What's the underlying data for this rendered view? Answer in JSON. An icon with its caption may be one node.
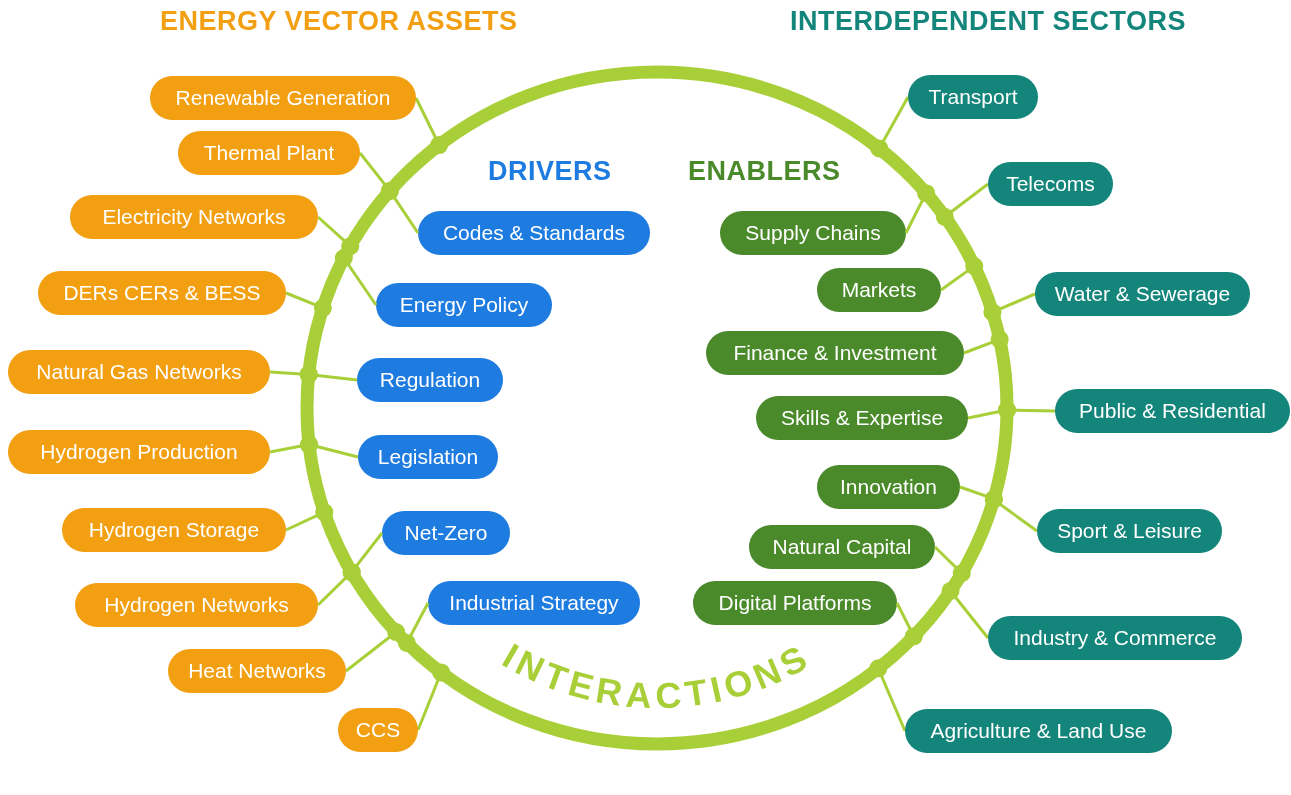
{
  "diagram": {
    "nodes": [
      {
        "text": [
          "Renewable Generation"
        ]
      },
      {
        "text": [
          "Thermal Plant"
        ]
      },
      {
        "text": [
          "Electricity Networks"
        ]
      },
      {
        "text": [
          "DERs CERs & BESS"
        ]
      },
      {
        "text": [
          "Natural Gas Networks"
        ]
      },
      {
        "text": [
          "Hydrogen Production"
        ]
      },
      {
        "text": [
          "Hydrogen Storage"
        ]
      },
      {
        "text": [
          "Hydrogen Networks"
        ]
      },
      {
        "text": [
          "Heat Networks"
        ]
      },
      {
        "text": [
          "CCS"
        ]
      },
      {
        "text": [
          "Codes & Standards"
        ],
        "in": 30
      },
      {
        "text": [
          "Energy Policy"
        ],
        "in": 30
      },
      {
        "text": [
          "Regulation"
        ],
        "in": 30
      },
      {
        "text": [
          "Legislation"
        ],
        "in": 30
      },
      {
        "text": [
          "Net-Zero"
        ],
        "in": 30
      },
      {
        "text": [
          "Industrial Strategy"
        ],
        "in": 30
      },
      {
        "text": [
          "Supply Chains"
        ],
        "in": 30
      },
      {
        "text": [
          "Markets"
        ],
        "in": 30
      },
      {
        "text": [
          "Finance & Investment"
        ],
        "in": 30
      },
      {
        "text": [
          "Skills & Expertise"
        ],
        "in": 30
      },
      {
        "text": [
          "Innovation"
        ],
        "in": 30
      },
      {
        "text": [
          "Natural Capital"
        ],
        "in": 30
      },
      {
        "text": [
          "Digital Platforms"
        ],
        "in": 30
      },
      {
        "text": [
          "Transport"
        ]
      },
      {
        "text": [
          "Telecoms"
        ]
      },
      {
        "text": [
          "Water & Sewerage"
        ]
      },
      {
        "text": [
          "Public & Residential"
        ]
      },
      {
        "text": [
          "Sport & Leisure"
        ]
      },
      {
        "text": [
          "Industry & Commerce"
        ]
      },
      {
        "text": [
          "Agriculture & Land Use"
        ]
      },
      {
        "text": [
          "INTERACTIONS"
        ]
      }
    ],
    "edges": [
      {
        "from": 0,
        "to": 30,
        "arrow": "other"
      },
      {
        "from": 1,
        "to": 30,
        "arrow": "other"
      },
      {
        "from": 2,
        "to": 30,
        "arrow": "other"
      },
      {
        "from": 3,
        "to": 30,
        "arrow": "other"
      },
      {
        "from": 4,
        "to": 30,
        "arrow": "other"
      },
      {
        "from": 5,
        "to": 30,
        "arrow": "other"
      },
      {
        "from": 6,
        "to": 30,
        "arrow": "other"
      },
      {
        "from": 7,
        "to": 30,
        "arrow": "other"
      },
      {
        "from": 8,
        "to": 30,
        "arrow": "other"
      },
      {
        "from": 9,
        "to": 30,
        "arrow": "other"
      },
      {
        "from": 10,
        "to": 30,
        "arrow": "other"
      },
      {
        "from": 11,
        "to": 30,
        "arrow": "other"
      },
      {
        "from": 12,
        "to": 30,
        "arrow": "other"
      },
      {
        "from": 13,
        "to": 30,
        "arrow": "other"
      },
      {
        "from": 14,
        "to": 30,
        "arrow": "other"
      },
      {
        "from": 15,
        "to": 30,
        "arrow": "other"
      },
      {
        "from": 16,
        "to": 30,
        "arrow": "other"
      },
      {
        "from": 17,
        "to": 30,
        "arrow": "other"
      },
      {
        "from": 18,
        "to": 30,
        "arrow": "other"
      },
      {
        "from": 19,
        "to": 30,
        "arrow": "other"
      },
      {
        "from": 20,
        "to": 30,
        "arrow": "other"
      },
      {
        "from": 21,
        "to": 30,
        "arrow": "other"
      },
      {
        "from": 22,
        "to": 30,
        "arrow": "other"
      },
      {
        "from": 23,
        "to": 30,
        "arrow": "other"
      },
      {
        "from": 24,
        "to": 30,
        "arrow": "other"
      },
      {
        "from": 25,
        "to": 30,
        "arrow": "other"
      },
      {
        "from": 26,
        "to": 30,
        "arrow": "other"
      },
      {
        "from": 27,
        "to": 30,
        "arrow": "other"
      },
      {
        "from": 28,
        "to": 30,
        "arrow": "other"
      },
      {
        "from": 29,
        "to": 30,
        "arrow": "other"
      }
    ],
    "labels": [
      "ENERGY VECTOR ASSETS",
      "INTERDEPENDENT SECTORS",
      "DRIVERS",
      "ENABLERS"
    ]
  }
}
